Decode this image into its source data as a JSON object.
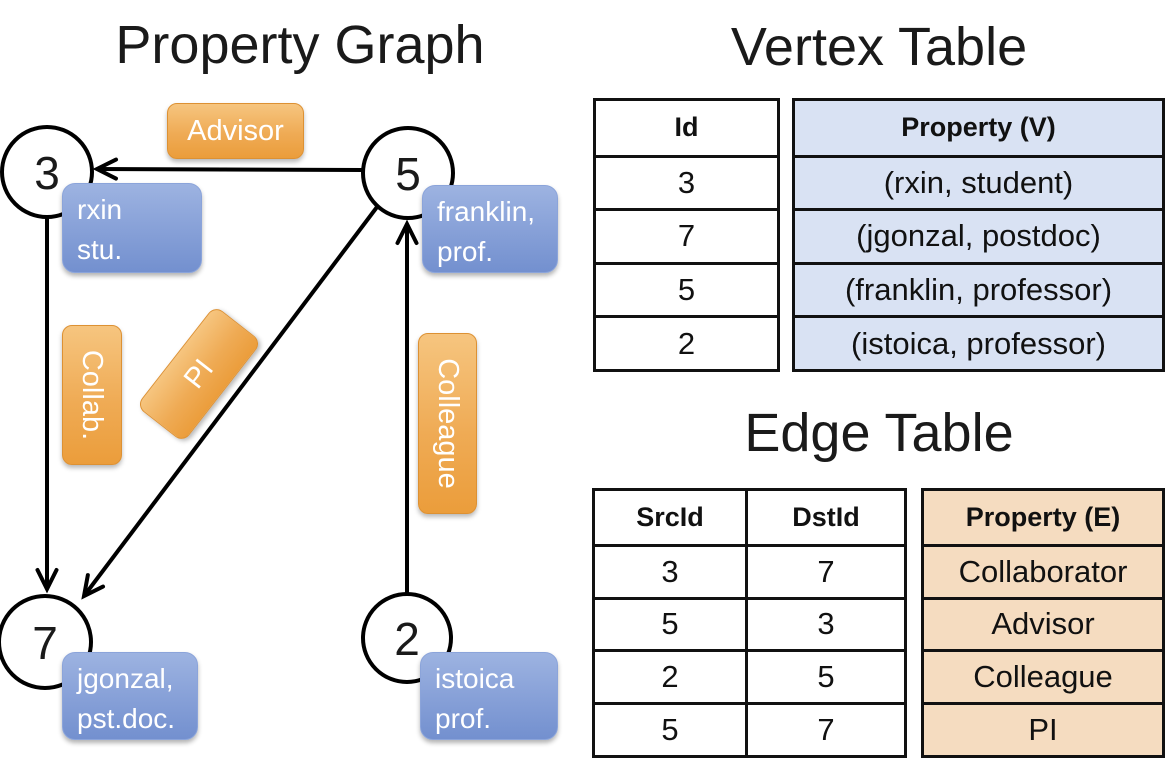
{
  "graph": {
    "title": "Property Graph",
    "nodes": [
      {
        "id": "3",
        "property_lines": [
          "rxin",
          "stu."
        ]
      },
      {
        "id": "5",
        "property_lines": [
          "franklin,",
          "prof."
        ]
      },
      {
        "id": "7",
        "property_lines": [
          "jgonzal,",
          "pst.doc."
        ]
      },
      {
        "id": "2",
        "property_lines": [
          "istoica",
          "prof."
        ]
      }
    ],
    "edge_labels": [
      "Advisor",
      "Collab.",
      "PI",
      "Colleague"
    ]
  },
  "vertex_table": {
    "title": "Vertex Table",
    "columns": [
      "Id",
      "Property (V)"
    ],
    "rows": [
      [
        "3",
        "(rxin, student)"
      ],
      [
        "7",
        "(jgonzal, postdoc)"
      ],
      [
        "5",
        "(franklin, professor)"
      ],
      [
        "2",
        "(istoica, professor)"
      ]
    ]
  },
  "edge_table": {
    "title": "Edge Table",
    "columns": [
      "SrcId",
      "DstId",
      "Property (E)"
    ],
    "rows": [
      [
        "3",
        "7",
        "Collaborator"
      ],
      [
        "5",
        "3",
        "Advisor"
      ],
      [
        "2",
        "5",
        "Colleague"
      ],
      [
        "5",
        "7",
        "PI"
      ]
    ]
  },
  "colors": {
    "edge_label_orange": "#eb9d3b",
    "vertex_property_blue": "#7f99d4",
    "vertex_table_cell_bg": "#d9e2f3",
    "edge_table_cell_bg": "#f5dcc0",
    "table_border": "#111111",
    "line_black": "#000000"
  }
}
